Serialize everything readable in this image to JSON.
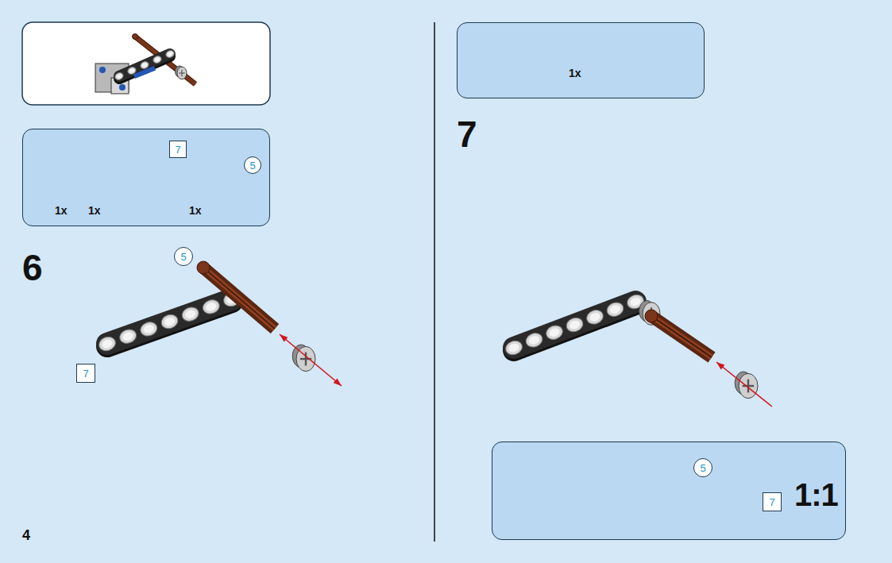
{
  "diagram": {
    "nodes": [
      {
        "text": [
          "1x",
          "1x",
          "1x"
        ]
      },
      {
        "text": [
          "7"
        ],
        "in": 0
      },
      {
        "text": [
          "5"
        ],
        "in": 0
      },
      {
        "text": [
          "5"
        ]
      },
      {
        "text": [
          "7"
        ]
      },
      {
        "text": [
          "1x"
        ]
      },
      {
        "text": [
          "1:1"
        ]
      },
      {
        "text": [
          "5"
        ],
        "in": 6
      },
      {
        "text": [
          "7"
        ],
        "in": 6
      }
    ],
    "labels": [
      "6",
      "7",
      "4"
    ]
  }
}
